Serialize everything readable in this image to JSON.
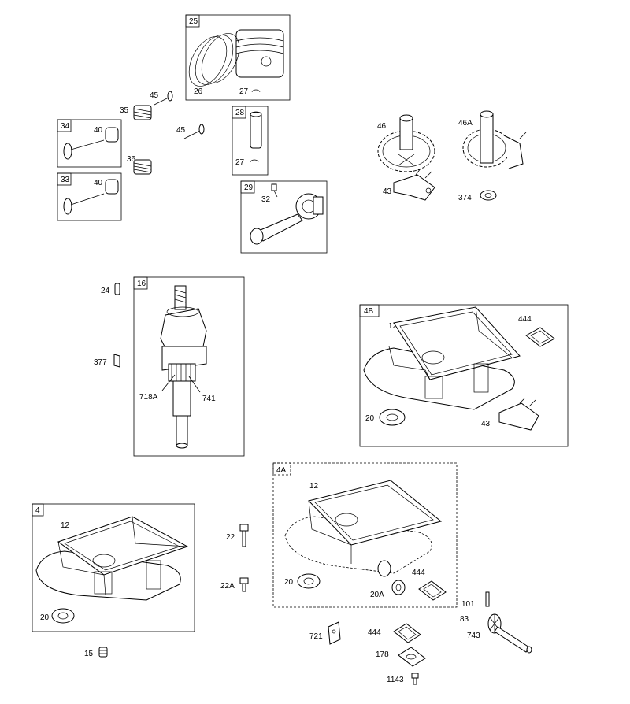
{
  "boxes": {
    "b25": "25",
    "b34": "34",
    "b33": "33",
    "b28": "28",
    "b29": "29",
    "b16": "16",
    "b4B": "4B",
    "b4A": "4A",
    "b4": "4"
  },
  "labels": {
    "l26": "26",
    "l27a": "27",
    "l45a": "45",
    "l35": "35",
    "l40a": "40",
    "l45b": "45",
    "l36": "36",
    "l40b": "40",
    "l27b": "27",
    "l32": "32",
    "l46": "46",
    "l46A": "46A",
    "l43a": "43",
    "l374": "374",
    "l24": "24",
    "l377": "377",
    "l718A": "718A",
    "l741": "741",
    "l12a": "12",
    "l444a": "444",
    "l20a": "20",
    "l43b": "43",
    "l12b": "12",
    "l20b": "20",
    "l20A": "20A",
    "l444b": "444",
    "l12c": "12",
    "l20c": "20",
    "l22": "22",
    "l22A": "22A",
    "l101": "101",
    "l83": "83",
    "l743": "743",
    "l721": "721",
    "l444c": "444",
    "l178": "178",
    "l1143": "1143",
    "l15": "15"
  }
}
